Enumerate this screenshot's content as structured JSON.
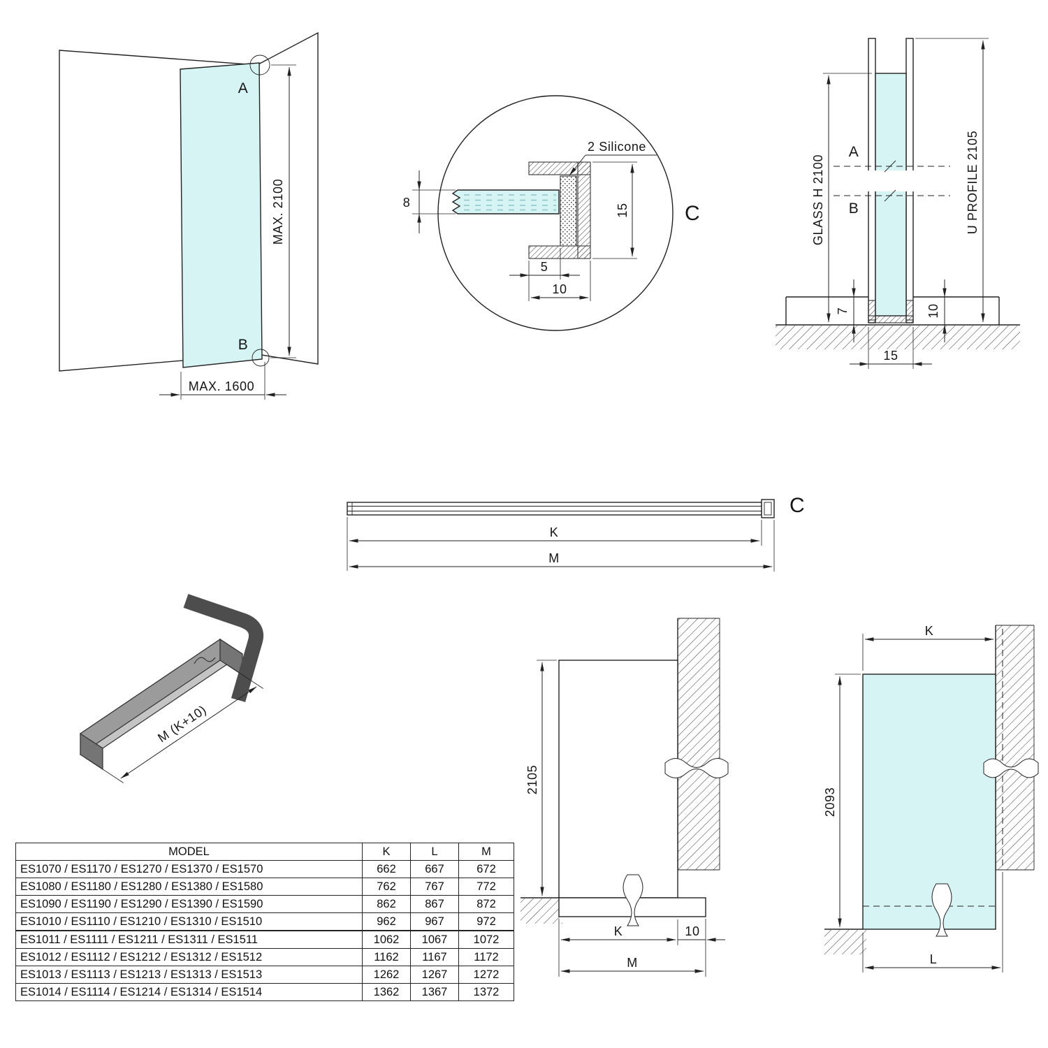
{
  "colors": {
    "glass": "#d7f4f5",
    "line": "#222222"
  },
  "views": {
    "corner": {
      "dim_height": "MAX. 2100",
      "dim_width": "MAX. 1600",
      "point_a": "A",
      "point_b": "B"
    },
    "detail": {
      "callout": "2 Silicone",
      "dim_glass_thickness": "8",
      "dim_profile_height": "15",
      "dim_inner_width": "5",
      "dim_profile_width": "10",
      "label": "C"
    },
    "side": {
      "dim_glass": "GLASS H 2100",
      "dim_profile": "U PROFILE 2105",
      "point_a": "A",
      "point_b": "B",
      "dim_recess": "7",
      "dim_depth": "10",
      "dim_width": "15"
    },
    "bar": {
      "dim_k": "K",
      "dim_m": "M",
      "label": "C"
    },
    "iso": {
      "dim_length": "M (K+10)"
    },
    "front": {
      "dim_height": "2105",
      "dim_k": "K",
      "dim_wall": "10",
      "dim_m": "M"
    },
    "glass_front": {
      "dim_k": "K",
      "dim_height": "2093",
      "dim_l": "L"
    }
  },
  "table": {
    "headers": [
      "MODEL",
      "K",
      "L",
      "M"
    ],
    "rows": [
      {
        "model": "ES1070 / ES1170 / ES1270 / ES1370 / ES1570",
        "k": "662",
        "l": "667",
        "m": "672"
      },
      {
        "model": "ES1080 / ES1180 / ES1280 / ES1380 / ES1580",
        "k": "762",
        "l": "767",
        "m": "772"
      },
      {
        "model": "ES1090 / ES1190 / ES1290 / ES1390 / ES1590",
        "k": "862",
        "l": "867",
        "m": "872"
      },
      {
        "model": "ES1010 / ES1110 / ES1210 / ES1310 / ES1510",
        "k": "962",
        "l": "967",
        "m": "972"
      },
      {
        "model": "ES1011 / ES1111 / ES1211 / ES1311 / ES1511",
        "k": "1062",
        "l": "1067",
        "m": "1072"
      },
      {
        "model": "ES1012 / ES1112 / ES1212 / ES1312 / ES1512",
        "k": "1162",
        "l": "1167",
        "m": "1172"
      },
      {
        "model": "ES1013 / ES1113 / ES1213 / ES1313 / ES1513",
        "k": "1262",
        "l": "1267",
        "m": "1272"
      },
      {
        "model": "ES1014 / ES1114 / ES1214 / ES1314 / ES1514",
        "k": "1362",
        "l": "1367",
        "m": "1372"
      }
    ]
  }
}
